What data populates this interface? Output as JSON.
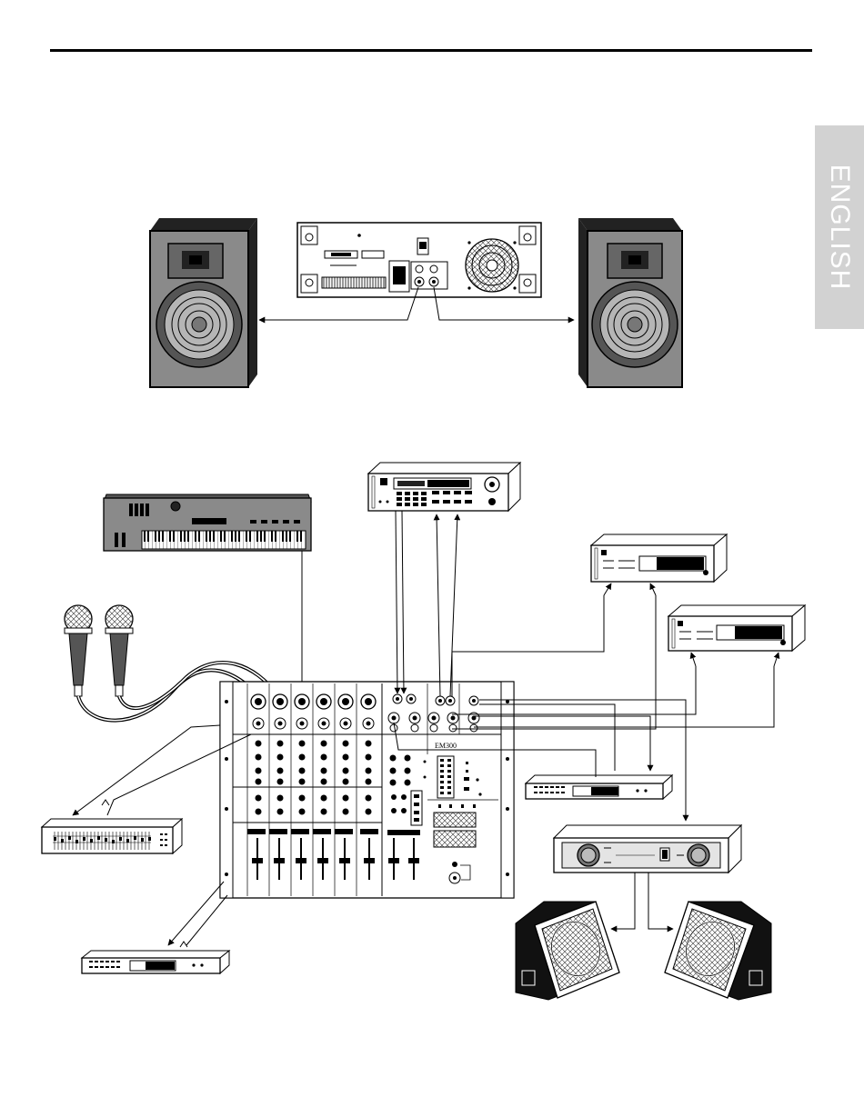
{
  "page": {
    "language_tab": "ENGLISH"
  },
  "mixer": {
    "model_label": "EM300"
  },
  "colors": {
    "line": "#000000",
    "speaker_box": "#8a8a8a",
    "speaker_face": "#9a9a9a",
    "tab_bg": "#d2d2d2",
    "tab_text": "#ffffff",
    "rack_face": "#e4e4e4"
  },
  "components": [
    "top-line",
    "language-tab",
    "main-speaker-left",
    "main-speaker-right",
    "power-amplifier-rear",
    "keyboard-synth",
    "dynamic-microphones",
    "multi-effects-unit",
    "rack-effect-1",
    "rack-effect-2",
    "mixer-em300",
    "graphic-equalizer",
    "rack-unit-bottom-left",
    "rack-unit-right",
    "monitor-power-amplifier",
    "stage-monitor-left",
    "stage-monitor-right"
  ]
}
